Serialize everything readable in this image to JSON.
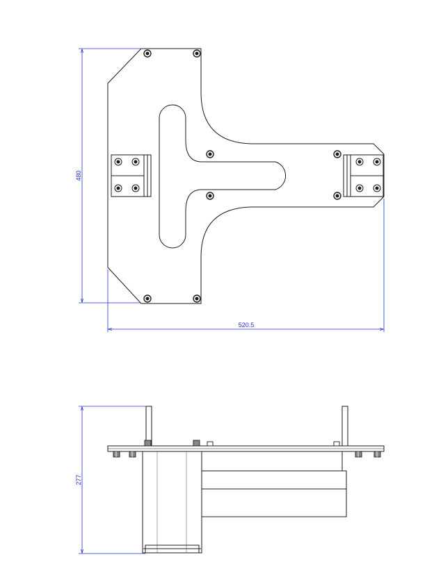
{
  "colors": {
    "outline": "#1a1a1a",
    "dimension": "#1f2fd0",
    "background": "#ffffff"
  },
  "dimensions": {
    "height_top": "480",
    "width_top": "520.5",
    "height_side": "277"
  }
}
